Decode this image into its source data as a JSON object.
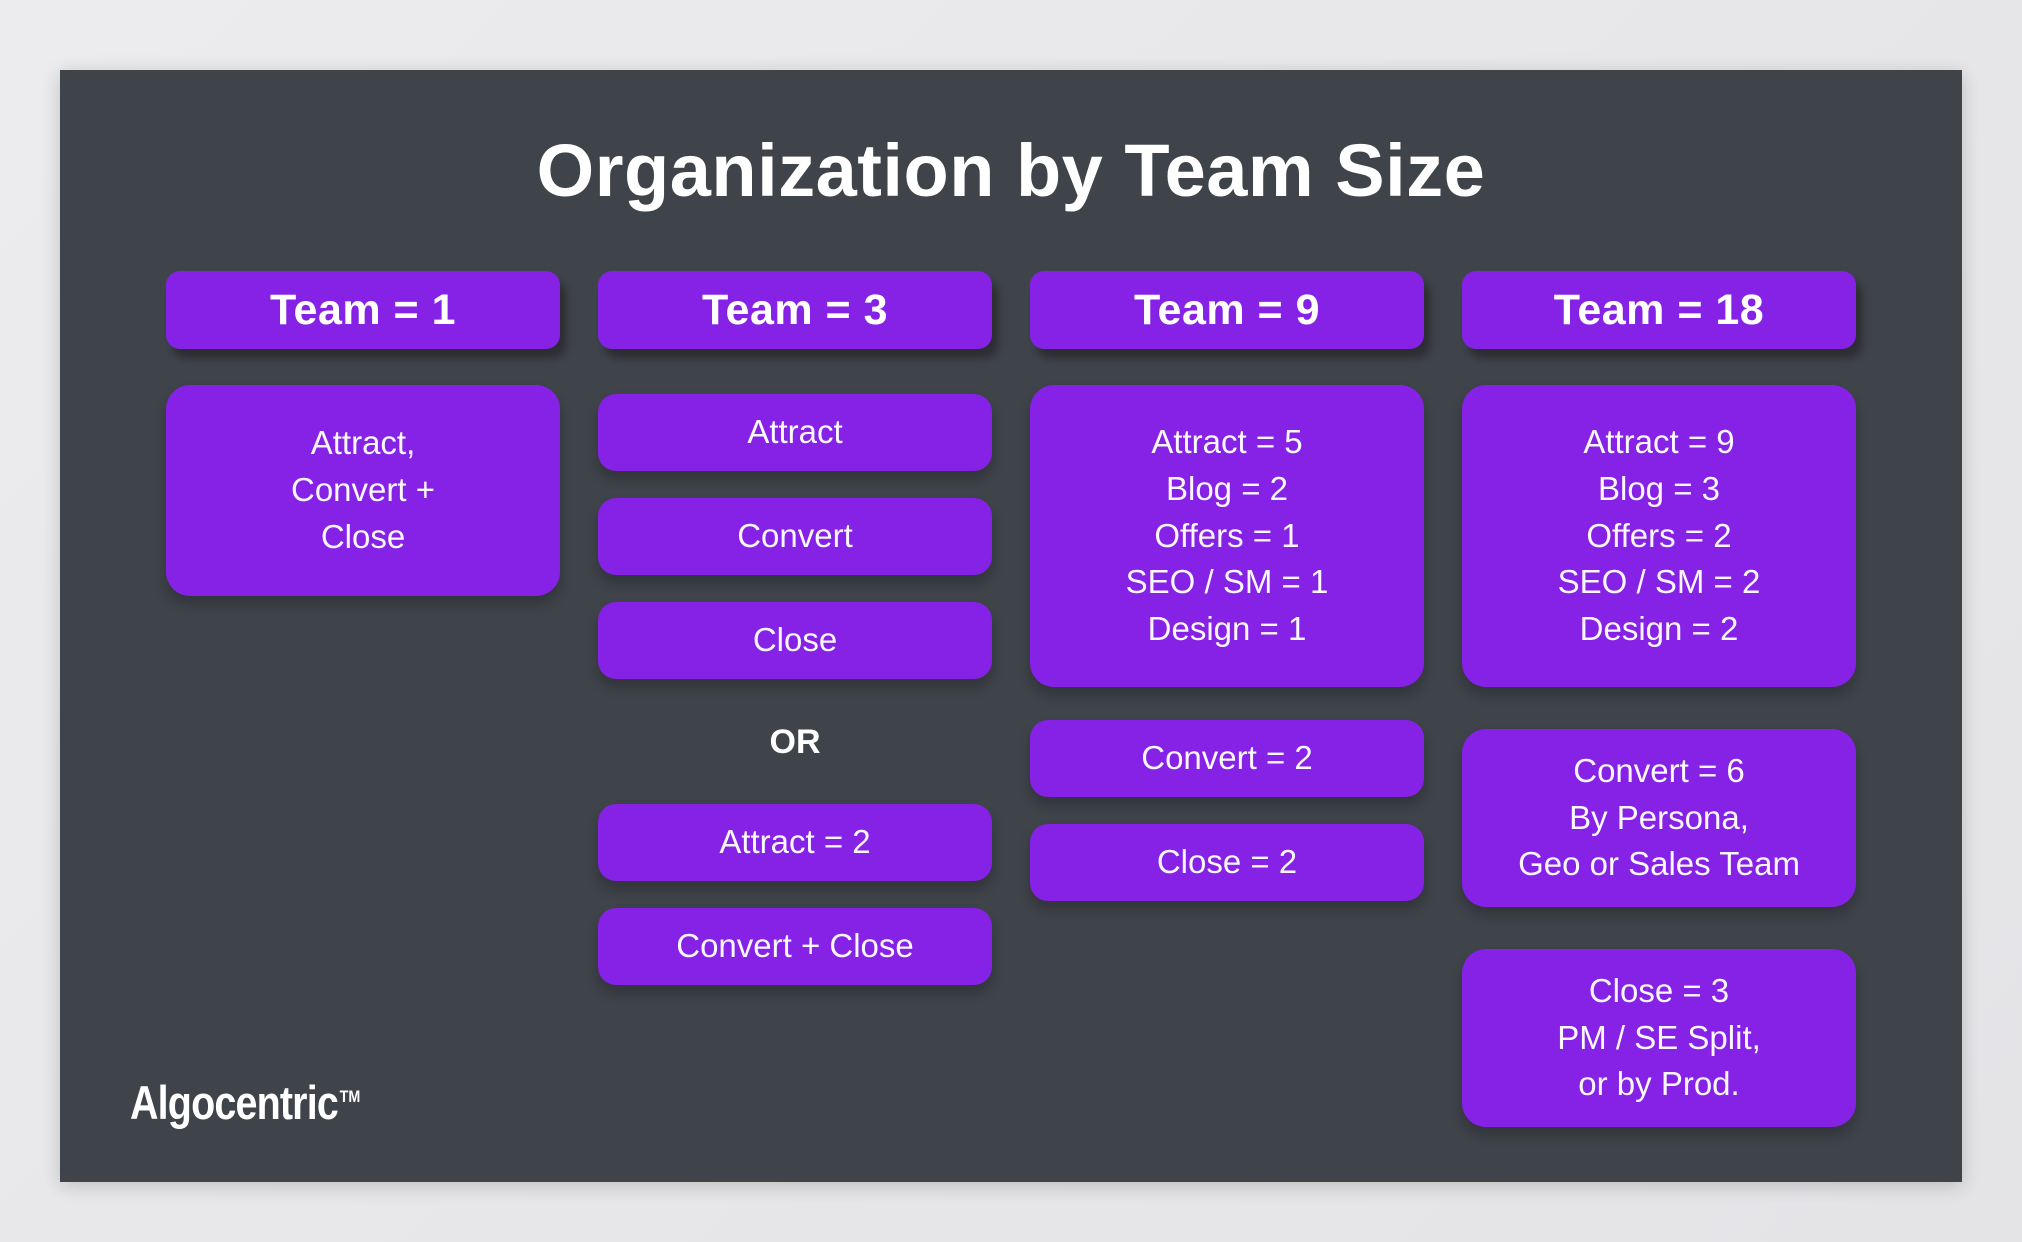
{
  "title": "Organization by Team Size",
  "brand": {
    "name": "Algocentric",
    "tm": "TM"
  },
  "colors": {
    "accent_purple": "#8621e6",
    "slide_background": "#3f434a",
    "page_background": "#e8e8ea",
    "text": "#ffffff"
  },
  "columns": [
    {
      "header": "Team = 1",
      "boxes": [
        "Attract,\nConvert +\nClose"
      ]
    },
    {
      "header": "Team = 3",
      "boxes": [
        "Attract",
        "Convert",
        "Close"
      ],
      "divider": "OR",
      "boxes2": [
        "Attract = 2",
        "Convert + Close"
      ]
    },
    {
      "header": "Team = 9",
      "boxes": [
        "Attract = 5\nBlog = 2\nOffers = 1\nSEO / SM = 1\nDesign = 1",
        "Convert = 2",
        "Close = 2"
      ]
    },
    {
      "header": "Team = 18",
      "boxes": [
        "Attract = 9\nBlog = 3\nOffers = 2\nSEO / SM = 2\nDesign = 2",
        "Convert = 6\nBy Persona,\nGeo or Sales Team",
        "Close = 3\nPM / SE Split,\nor by Prod."
      ]
    }
  ]
}
